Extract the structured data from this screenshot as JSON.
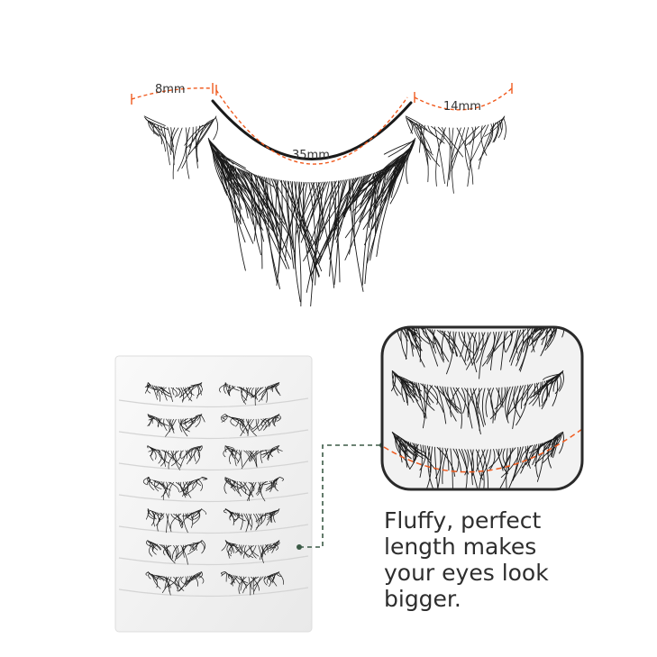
{
  "measurements": {
    "inner_length": "8mm",
    "total_length": "35mm",
    "outer_length": "14mm"
  },
  "caption": {
    "lines": [
      "Fluffy, perfect",
      "length makes",
      "your eyes look",
      "bigger."
    ]
  },
  "colors": {
    "accent": "#f05a1e",
    "connector": "#3b5a46",
    "lash": "#1a1a1a",
    "tray": "#f4f4f4"
  },
  "product": {
    "pairs_in_tray": 7
  }
}
